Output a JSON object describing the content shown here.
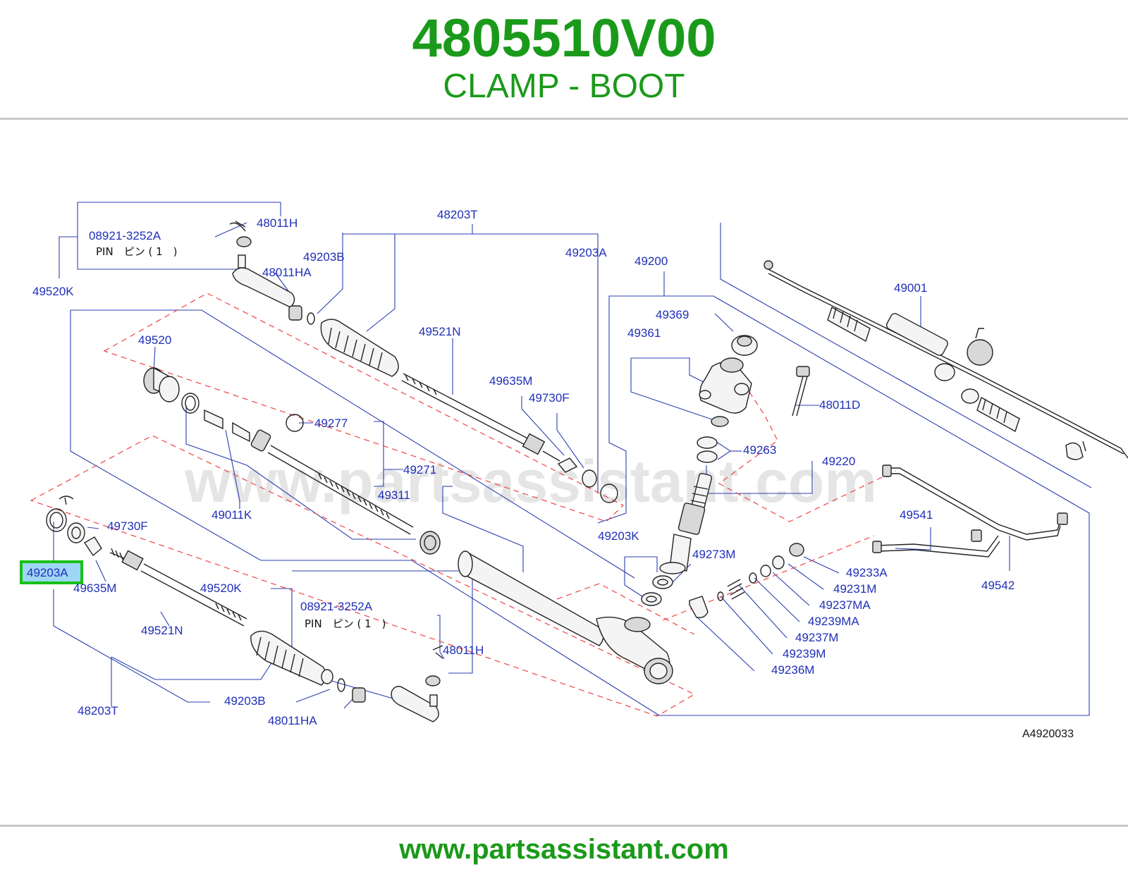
{
  "header": {
    "part_number": "4805510V00",
    "part_name": "CLAMP - BOOT"
  },
  "footer": {
    "url": "www.partsassistant.com"
  },
  "watermark": "www.partsassistant.com",
  "diagram": {
    "reference_code": "A4920033",
    "highlighted_label": "49203A",
    "highlight_color": "#18c018",
    "label_color": "#1f2fb8",
    "title_color": "#1a9a1a",
    "pin_caption": "PIN　ピン ( 1　)",
    "labels": {
      "p48011H_top": "48011H",
      "p08921_top": "08921-3252A",
      "p49520K_top": "49520K",
      "p48011HA_top": "48011HA",
      "p48203T_top": "48203T",
      "p49203B_top": "49203B",
      "p49203A_top": "49203A",
      "p49200": "49200",
      "p49001": "49001",
      "p49369": "49369",
      "p49361": "49361",
      "p48011D": "48011D",
      "p49520": "49520",
      "p49521N_top": "49521N",
      "p49635M_top": "49635M",
      "p49730F_top": "49730F",
      "p49277": "49277",
      "p49263": "49263",
      "p49220": "49220",
      "p49271": "49271",
      "p49311": "49311",
      "p49011K": "49011K",
      "p49541": "49541",
      "p49730F_left": "49730F",
      "p49203K": "49203K",
      "p49273M": "49273M",
      "p49233A": "49233A",
      "p49231M": "49231M",
      "p49237MA": "49237MA",
      "p49239MA": "49239MA",
      "p49237M": "49237M",
      "p49239M": "49239M",
      "p49236M": "49236M",
      "p49542": "49542",
      "p49635M_left": "49635M",
      "p49520K_mid": "49520K",
      "p08921_bottom": "08921-3252A",
      "p49521N_bottom": "49521N",
      "p48011H_bottom": "48011H",
      "p48203T_bottom": "48203T",
      "p49203B_bottom": "49203B",
      "p48011HA_bottom": "48011HA"
    }
  }
}
